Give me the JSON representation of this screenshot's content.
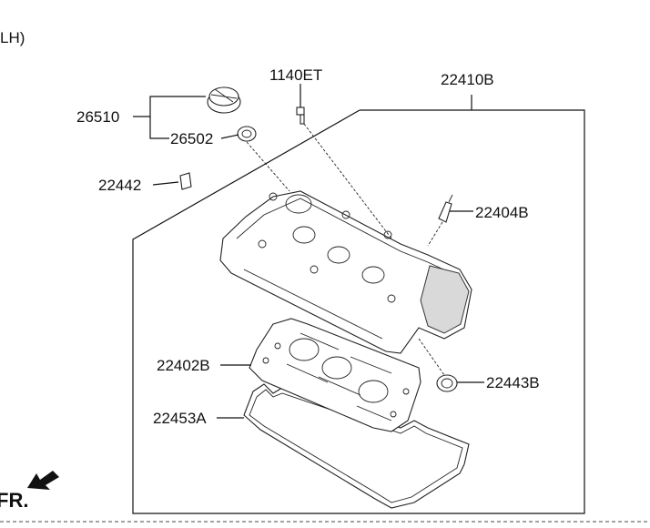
{
  "header": {
    "partial_label": "LH)"
  },
  "labels": {
    "oil_cap": "26510",
    "cap_gasket": "26502",
    "bolt": "1140ET",
    "cover_assy": "22410B",
    "clip": "22442",
    "pcv_valve": "22404B",
    "gasket": "22402B",
    "plug_seal": "22443B",
    "cover_gasket": "22453A"
  },
  "direction_marker": {
    "text": "FR."
  }
}
